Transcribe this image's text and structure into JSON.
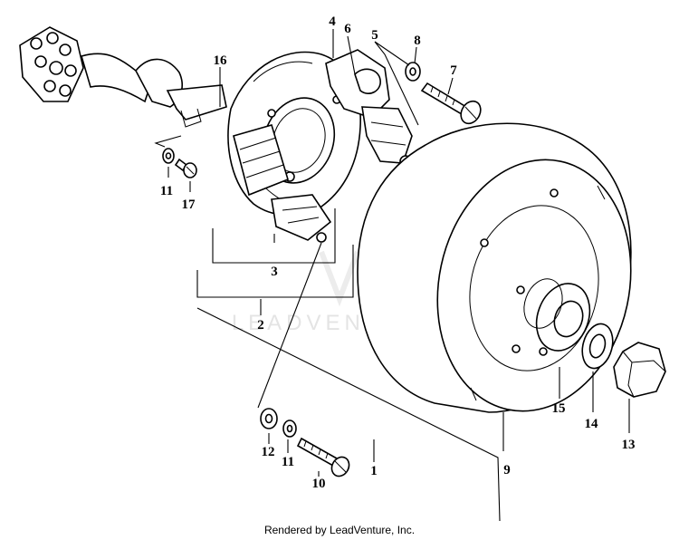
{
  "watermark": "LEADVENTURE",
  "footer": "Rendered by LeadVenture, Inc.",
  "callouts": {
    "p1": "1",
    "p2": "2",
    "p3": "3",
    "p4": "4",
    "p5": "5",
    "p6": "6",
    "p7": "7",
    "p8": "8",
    "p9": "9",
    "p10": "10",
    "p11a": "11",
    "p11b": "11",
    "p12": "12",
    "p13": "13",
    "p14": "14",
    "p15": "15",
    "p16": "16",
    "p17": "17"
  }
}
